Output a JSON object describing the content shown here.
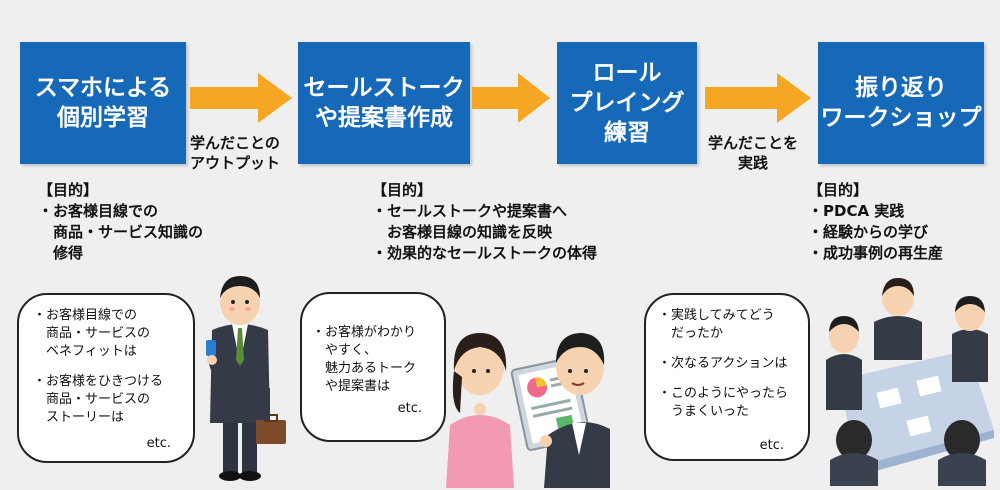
{
  "steps": [
    {
      "label": "スマホによる\n個別学習"
    },
    {
      "label": "セールストーク\nや提案書作成"
    },
    {
      "label": "ロール\nプレイング\n練習"
    },
    {
      "label": "振り返り\nワークショップ"
    }
  ],
  "arrow_captions": [
    "学んだことの\nアウトプット",
    "学んだことを\n実践"
  ],
  "goals": [
    {
      "heading": "【目的】",
      "items": [
        "・お客様目線での\n　商品・サービス知識の\n　修得"
      ]
    },
    {
      "heading": "【目的】",
      "items": [
        "・セールストークや提案書へ\n　お客様目線の知識を反映",
        "・効果的なセールストークの体得"
      ]
    },
    {
      "heading": "【目的】",
      "items": [
        "・PDCA 実践",
        "・経験からの学び",
        "・成功事例の再生産"
      ]
    }
  ],
  "bubbles": [
    {
      "items": [
        "・お客様目線での\n　商品・サービスの\n　ベネフィットは",
        "・お客様をひきつける\n　商品・サービスの\n　ストーリーは"
      ],
      "etc": "etc."
    },
    {
      "items": [
        "・お客様がわかり\n　やすく、\n　魅力あるトーク\n　や提案書は"
      ],
      "etc": "etc."
    },
    {
      "items": [
        "・実践してみてどう\n　だったか",
        "・次なるアクションは",
        "・このようにやったら\n　うまくいった"
      ],
      "etc": "etc."
    }
  ],
  "colors": {
    "step": "#1669b8",
    "arrow": "#f5a623",
    "background": "#efefef"
  }
}
